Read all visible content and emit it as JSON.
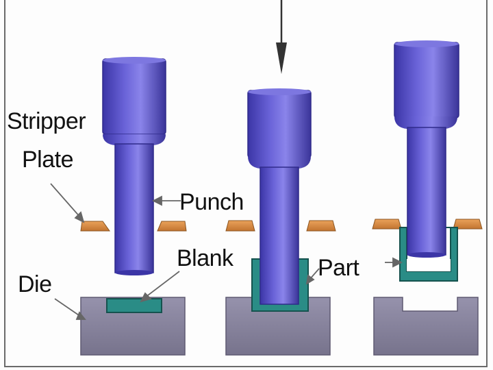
{
  "labels": {
    "stripper_line1": "Stripper",
    "stripper_line2": "Plate",
    "punch": "Punch",
    "blank": "Blank",
    "part": "Part",
    "die": "Die"
  },
  "colors": {
    "punch": "#5a52c8",
    "punch_dark": "#2f2a8a",
    "punch_light": "#8c86e6",
    "stripper": "#d98a3c",
    "die": "#84809a",
    "die_dark": "#5e5a72",
    "blank": "#2a8c86",
    "arrow": "#555555"
  }
}
